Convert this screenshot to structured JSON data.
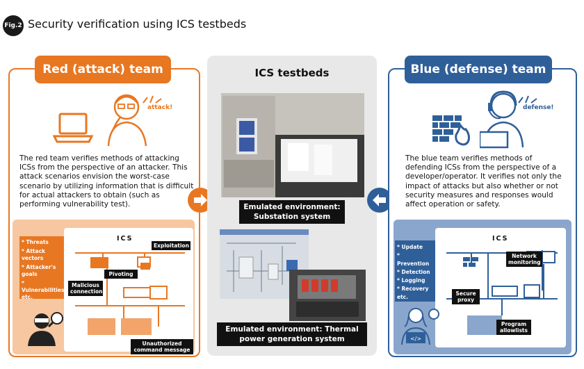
{
  "figure": {
    "badge": "Fig.2",
    "title": "Security verification using ICS testbeds"
  },
  "red_team": {
    "heading": "Red (attack) team",
    "speech": "attack!",
    "description": "The red team verifies methods of attacking ICSs from the perspective of an attacker. This attack scenarios envision the worst-case scenario by utilizing information that is difficult for actual attackers to obtain (such as performing vulnerability test).",
    "list": [
      "* Threats",
      "* Attack vectors",
      "* Attacker's goals",
      "* Vulnerabilities etc."
    ],
    "ics_label": "ICS",
    "callouts": {
      "exploitation": "Exploitation",
      "pivoting": "Pivoting",
      "malicious": "Malicious connection",
      "unauthorized": "Unauthorized command message"
    }
  },
  "testbeds": {
    "title": "ICS testbeds",
    "substation_label": "Emulated environment: Substation system",
    "thermal_label": "Emulated environment: Thermal power generation system"
  },
  "blue_team": {
    "heading": "Blue (defense) team",
    "speech": "defense!",
    "description": "The blue team verifies methods of defending ICSs from the perspective of a developer/operator. It verifies not only the impact of attacks but also whether or not security measures and responses would affect operation or safety.",
    "list": [
      "* Update",
      "* Prevention",
      "* Detection",
      "* Logging",
      "* Recovery",
      "etc."
    ],
    "ics_label": "ICS",
    "callouts": {
      "network": "Network monitoring",
      "proxy": "Secure proxy",
      "allowlists": "Program allowlists"
    }
  },
  "colors": {
    "orange": "#e87722",
    "blue": "#2f5f99",
    "light_orange": "#f6c7a0",
    "light_blue": "#8aa6cc",
    "gray": "#e8e8e8"
  }
}
